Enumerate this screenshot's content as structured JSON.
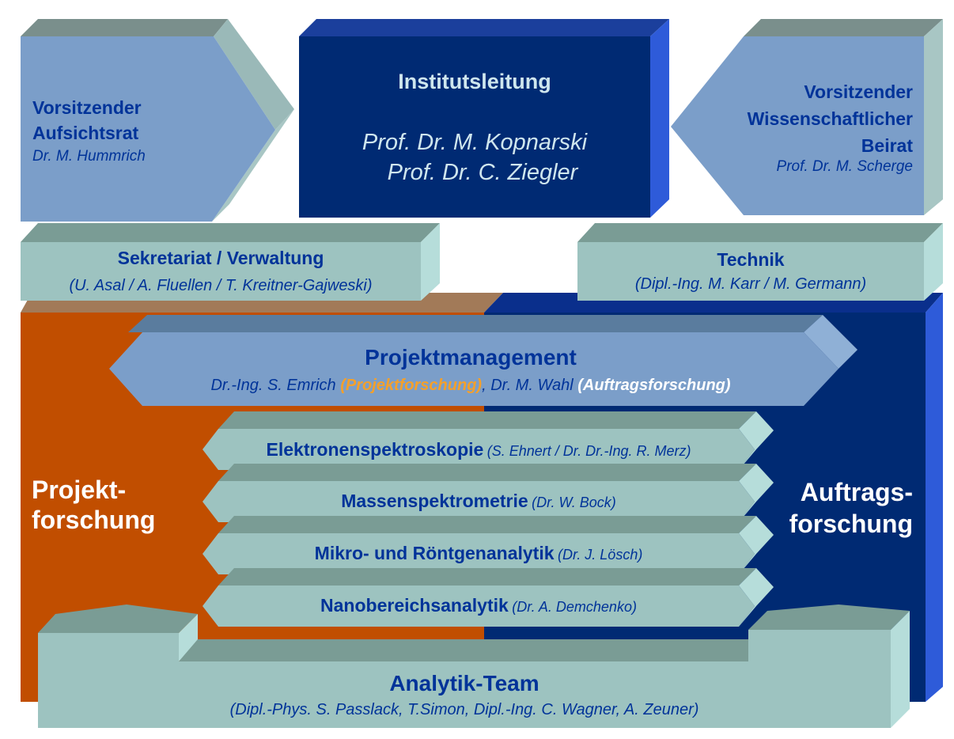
{
  "chair_supervisory": {
    "title_line1": "Vorsitzender",
    "title_line2": "Aufsichtsrat",
    "person": "Dr. M. Hummrich"
  },
  "management": {
    "title": "Institutsleitung",
    "person1": "Prof. Dr. M. Kopnarski",
    "person2": "Prof. Dr. C. Ziegler"
  },
  "chair_scientific": {
    "title_line1": "Vorsitzender",
    "title_line2": "Wissenschaftlicher",
    "title_line3": "Beirat",
    "person": "Prof. Dr. M. Scherge"
  },
  "secretariat": {
    "title": "Sekretariat / Verwaltung",
    "people": "(U. Asal / A. Fluellen / T. Kreitner-Gajweski)"
  },
  "technik": {
    "title": "Technik",
    "people": "(Dipl.-Ing. M. Karr / M. Germann)"
  },
  "project_management": {
    "title": "Projektmanagement",
    "person1": "Dr.-Ing. S. Emrich ",
    "role1": "(Projektforschung)",
    "sep": ", Dr. M. Wahl ",
    "role2": "(Auftragsforschung)"
  },
  "left_label": {
    "line1": "Projekt-",
    "line2": "forschung"
  },
  "right_label": {
    "line1": "Auftrags-",
    "line2": "forschung"
  },
  "departments": [
    {
      "name": "Elektronenspektroskopie",
      "lead": "(S. Ehnert / Dr. Dr.-Ing. R. Merz)"
    },
    {
      "name": "Massenspektrometrie",
      "lead": "(Dr. W. Bock)"
    },
    {
      "name": "Mikro- und Röntgenanalytik",
      "lead": "(Dr. J. Lösch)"
    },
    {
      "name": "Nanobereichsanalytik",
      "lead": "(Dr. A. Demchenko)"
    }
  ],
  "analytik_team": {
    "title": "Analytik-Team",
    "people": "(Dipl.-Phys. S. Passlack, T.Simon, Dipl.-Ing. C. Wagner, A. Zeuner)"
  },
  "colors": {
    "navy": "#002a73",
    "orange": "#c14e00",
    "steel": "#7b9ec9",
    "teal": "#9dc3c0",
    "royal": "#2e5bd9",
    "accent_orange": "#f5a02a"
  }
}
